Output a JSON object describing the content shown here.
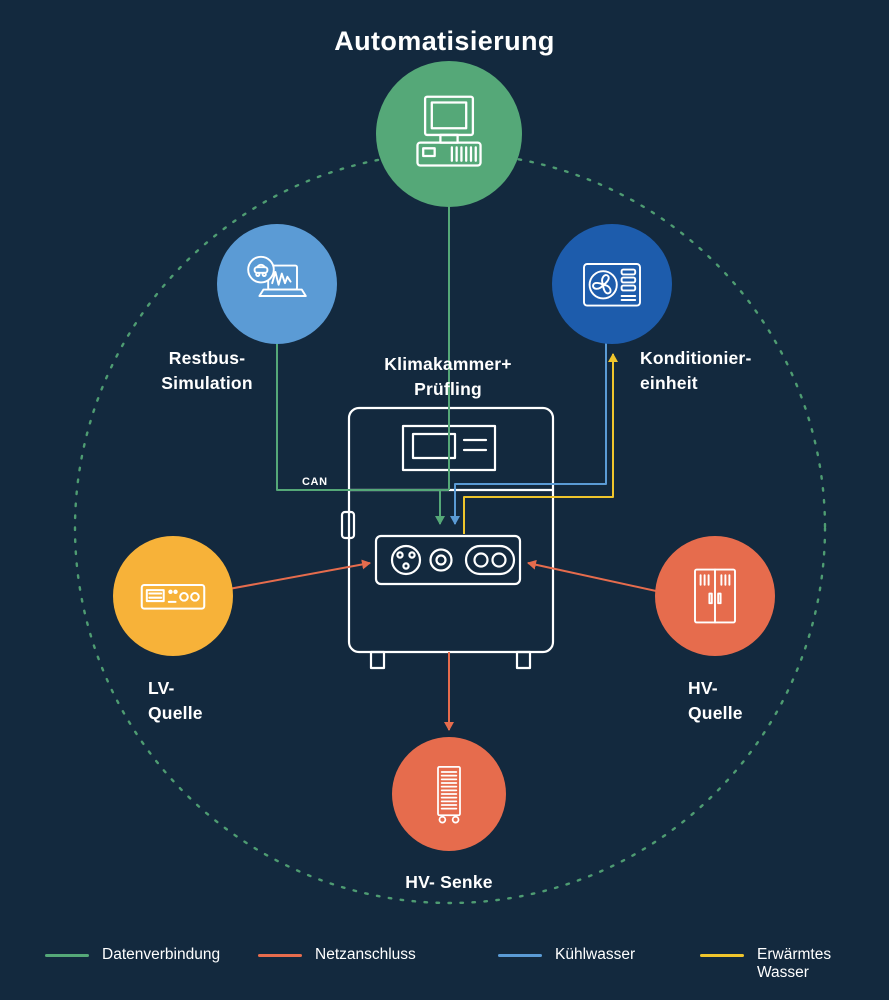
{
  "colors": {
    "background": "#13293E",
    "green": "#55A878",
    "light_blue": "#5B9BD5",
    "dark_blue": "#1D5CAC",
    "yellow": "#F7B239",
    "yellow_line": "#EFC52C",
    "orange": "#E66C4D"
  },
  "title": "Automatisierung",
  "nodes": {
    "automation": {
      "icon": "retro-computer-icon"
    },
    "restbus": {
      "label_line1": "Restbus-",
      "label_line2": "Simulation",
      "icon": "laptop-car-signal-icon"
    },
    "klimakammer": {
      "label_line1": "Klimakammer+",
      "label_line2": "Prüfling",
      "icon": "climate-chamber-outline"
    },
    "konditionier": {
      "label_line1": "Konditionier-",
      "label_line2": "einheit",
      "icon": "air-conditioner-fan-icon"
    },
    "lv": {
      "label_line1": "LV-",
      "label_line2": "Quelle",
      "icon": "bench-power-supply-icon"
    },
    "hv_quelle": {
      "label_line1": "HV-",
      "label_line2": "Quelle",
      "icon": "electrical-cabinet-icon"
    },
    "hv_senke": {
      "label": "HV- Senke",
      "icon": "server-rack-icon"
    }
  },
  "annotations": {
    "can_label": "CAN"
  },
  "legend": [
    {
      "label": "Datenverbindung",
      "color": "#55A878"
    },
    {
      "label": "Netzanschluss",
      "color": "#E66C4D"
    },
    {
      "label": "Kühlwasser",
      "color": "#5B9BD5"
    },
    {
      "label": "Erwärmtes Wasser",
      "color": "#EFC52C"
    }
  ]
}
